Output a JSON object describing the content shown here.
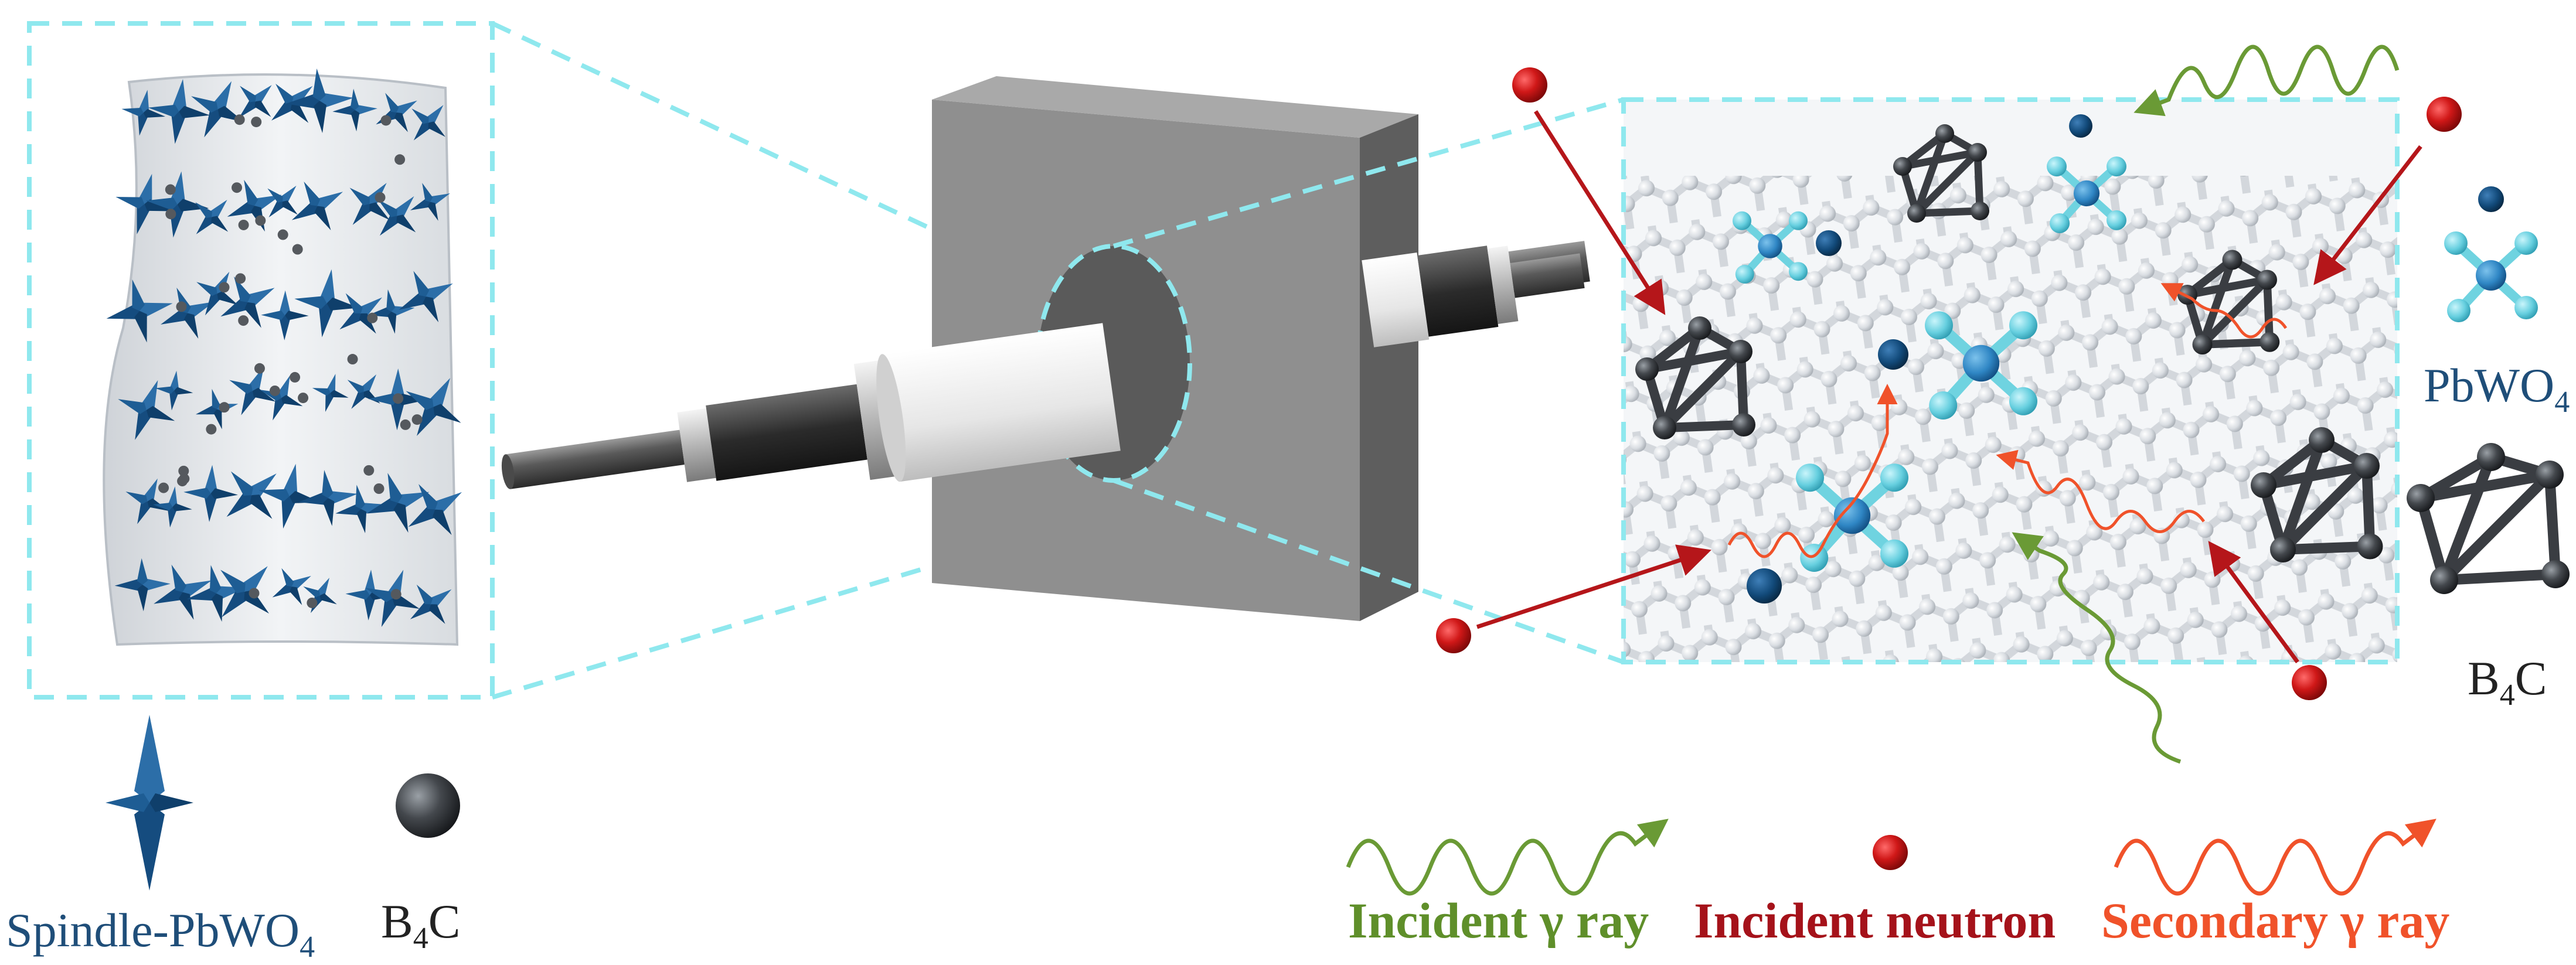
{
  "labels": {
    "spindle": "Spindle-PbWO",
    "spindle_sub": "4",
    "b4c_left": "B",
    "b4c_left_sub": "4",
    "b4c_left_tail": "C",
    "pbwo": "PbWO",
    "pbwo_sub": "4",
    "b4c_right": "B",
    "b4c_right_sub": "4",
    "b4c_right_tail": "C"
  },
  "legend": {
    "incident_gamma": "Incident γ ray",
    "incident_neutron": "Incident neutron",
    "secondary_gamma": "Secondary γ ray"
  },
  "colors": {
    "guide_cyan": "#8fe8ee",
    "pbwo_blue": "#1c5f96",
    "pbwo_cyan": "#6fd3e0",
    "b4c_dark": "#3a3d42",
    "neutron_red": "#c41a1a",
    "gamma_green": "#6a9a35",
    "secondary_orange": "#f0522a",
    "label_blue": "#1f4e79",
    "block_grey": "#8c8c8c"
  }
}
